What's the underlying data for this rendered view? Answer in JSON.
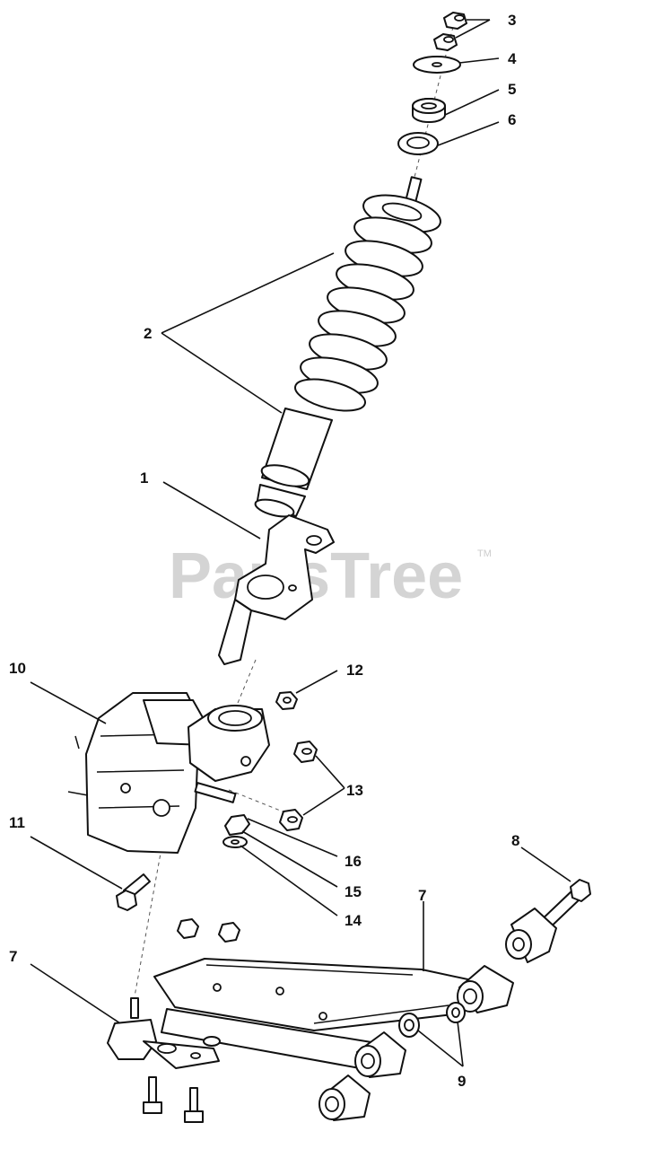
{
  "watermark": {
    "text": "PartsTree",
    "trademark": "TM"
  },
  "callouts": [
    {
      "id": "c1",
      "label": "1"
    },
    {
      "id": "c2",
      "label": "2"
    },
    {
      "id": "c3",
      "label": "3"
    },
    {
      "id": "c4",
      "label": "4"
    },
    {
      "id": "c5",
      "label": "5"
    },
    {
      "id": "c6",
      "label": "6"
    },
    {
      "id": "c7a",
      "label": "7"
    },
    {
      "id": "c7b",
      "label": "7"
    },
    {
      "id": "c8",
      "label": "8"
    },
    {
      "id": "c9",
      "label": "9"
    },
    {
      "id": "c10",
      "label": "10"
    },
    {
      "id": "c11",
      "label": "11"
    },
    {
      "id": "c12",
      "label": "12"
    },
    {
      "id": "c13",
      "label": "13"
    },
    {
      "id": "c14",
      "label": "14"
    },
    {
      "id": "c15",
      "label": "15"
    },
    {
      "id": "c16",
      "label": "16"
    }
  ]
}
